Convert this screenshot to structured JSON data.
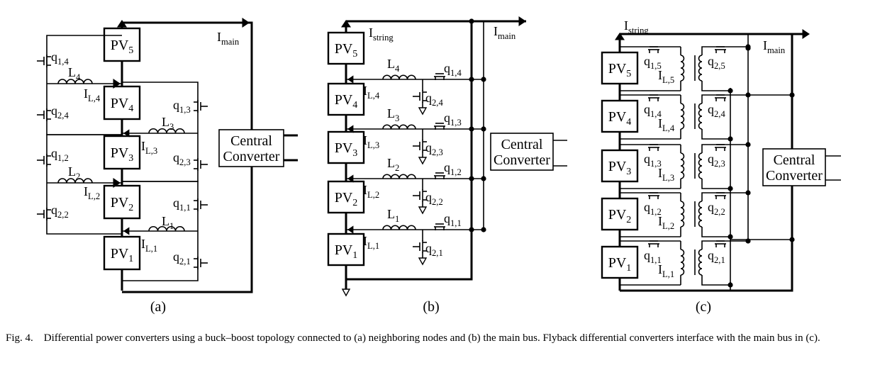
{
  "figure_label": "Fig. 4.",
  "caption_text": "Differential power converters using a buck–boost topology connected to (a) neighboring nodes and (b) the main bus. Flyback differential converters interface with the main bus in (c).",
  "subfigure_labels": [
    "(a)",
    "(b)",
    "(c)"
  ],
  "pv_labels": [
    "PV5",
    "PV4",
    "PV3",
    "PV2",
    "PV1"
  ],
  "current_labels": {
    "main": "Imain",
    "string": "Istring"
  },
  "central_converter": [
    "Central",
    "Converter"
  ],
  "a": {
    "inductors": [
      "L4",
      "L3",
      "L2",
      "L1"
    ],
    "inductor_currents": [
      "IL,4",
      "IL,3",
      "IL,2",
      "IL,1"
    ],
    "switches_left": [
      "q1,4",
      "q2,4",
      "q1,2",
      "q2,2"
    ],
    "switches_right": [
      "q1,3",
      "q2,3",
      "q1,1",
      "q2,1"
    ]
  },
  "b": {
    "inductors": [
      "L4",
      "L3",
      "L2",
      "L1"
    ],
    "inductor_currents": [
      "IL,4",
      "IL,3",
      "IL,2",
      "IL,1"
    ],
    "switches_top": [
      "q1,4",
      "q1,3",
      "q1,2",
      "q1,1"
    ],
    "switches_bottom": [
      "q2,4",
      "q2,3",
      "q2,2",
      "q2,1"
    ]
  },
  "c": {
    "primary_switches": [
      "q1,5",
      "q1,4",
      "q1,3",
      "q1,2",
      "q1,1"
    ],
    "secondary_switches": [
      "q2,5",
      "q2,4",
      "q2,3",
      "q2,2",
      "q2,1"
    ],
    "inductor_currents": [
      "IL,5",
      "IL,4",
      "IL,3",
      "IL,2",
      "IL,1"
    ]
  }
}
